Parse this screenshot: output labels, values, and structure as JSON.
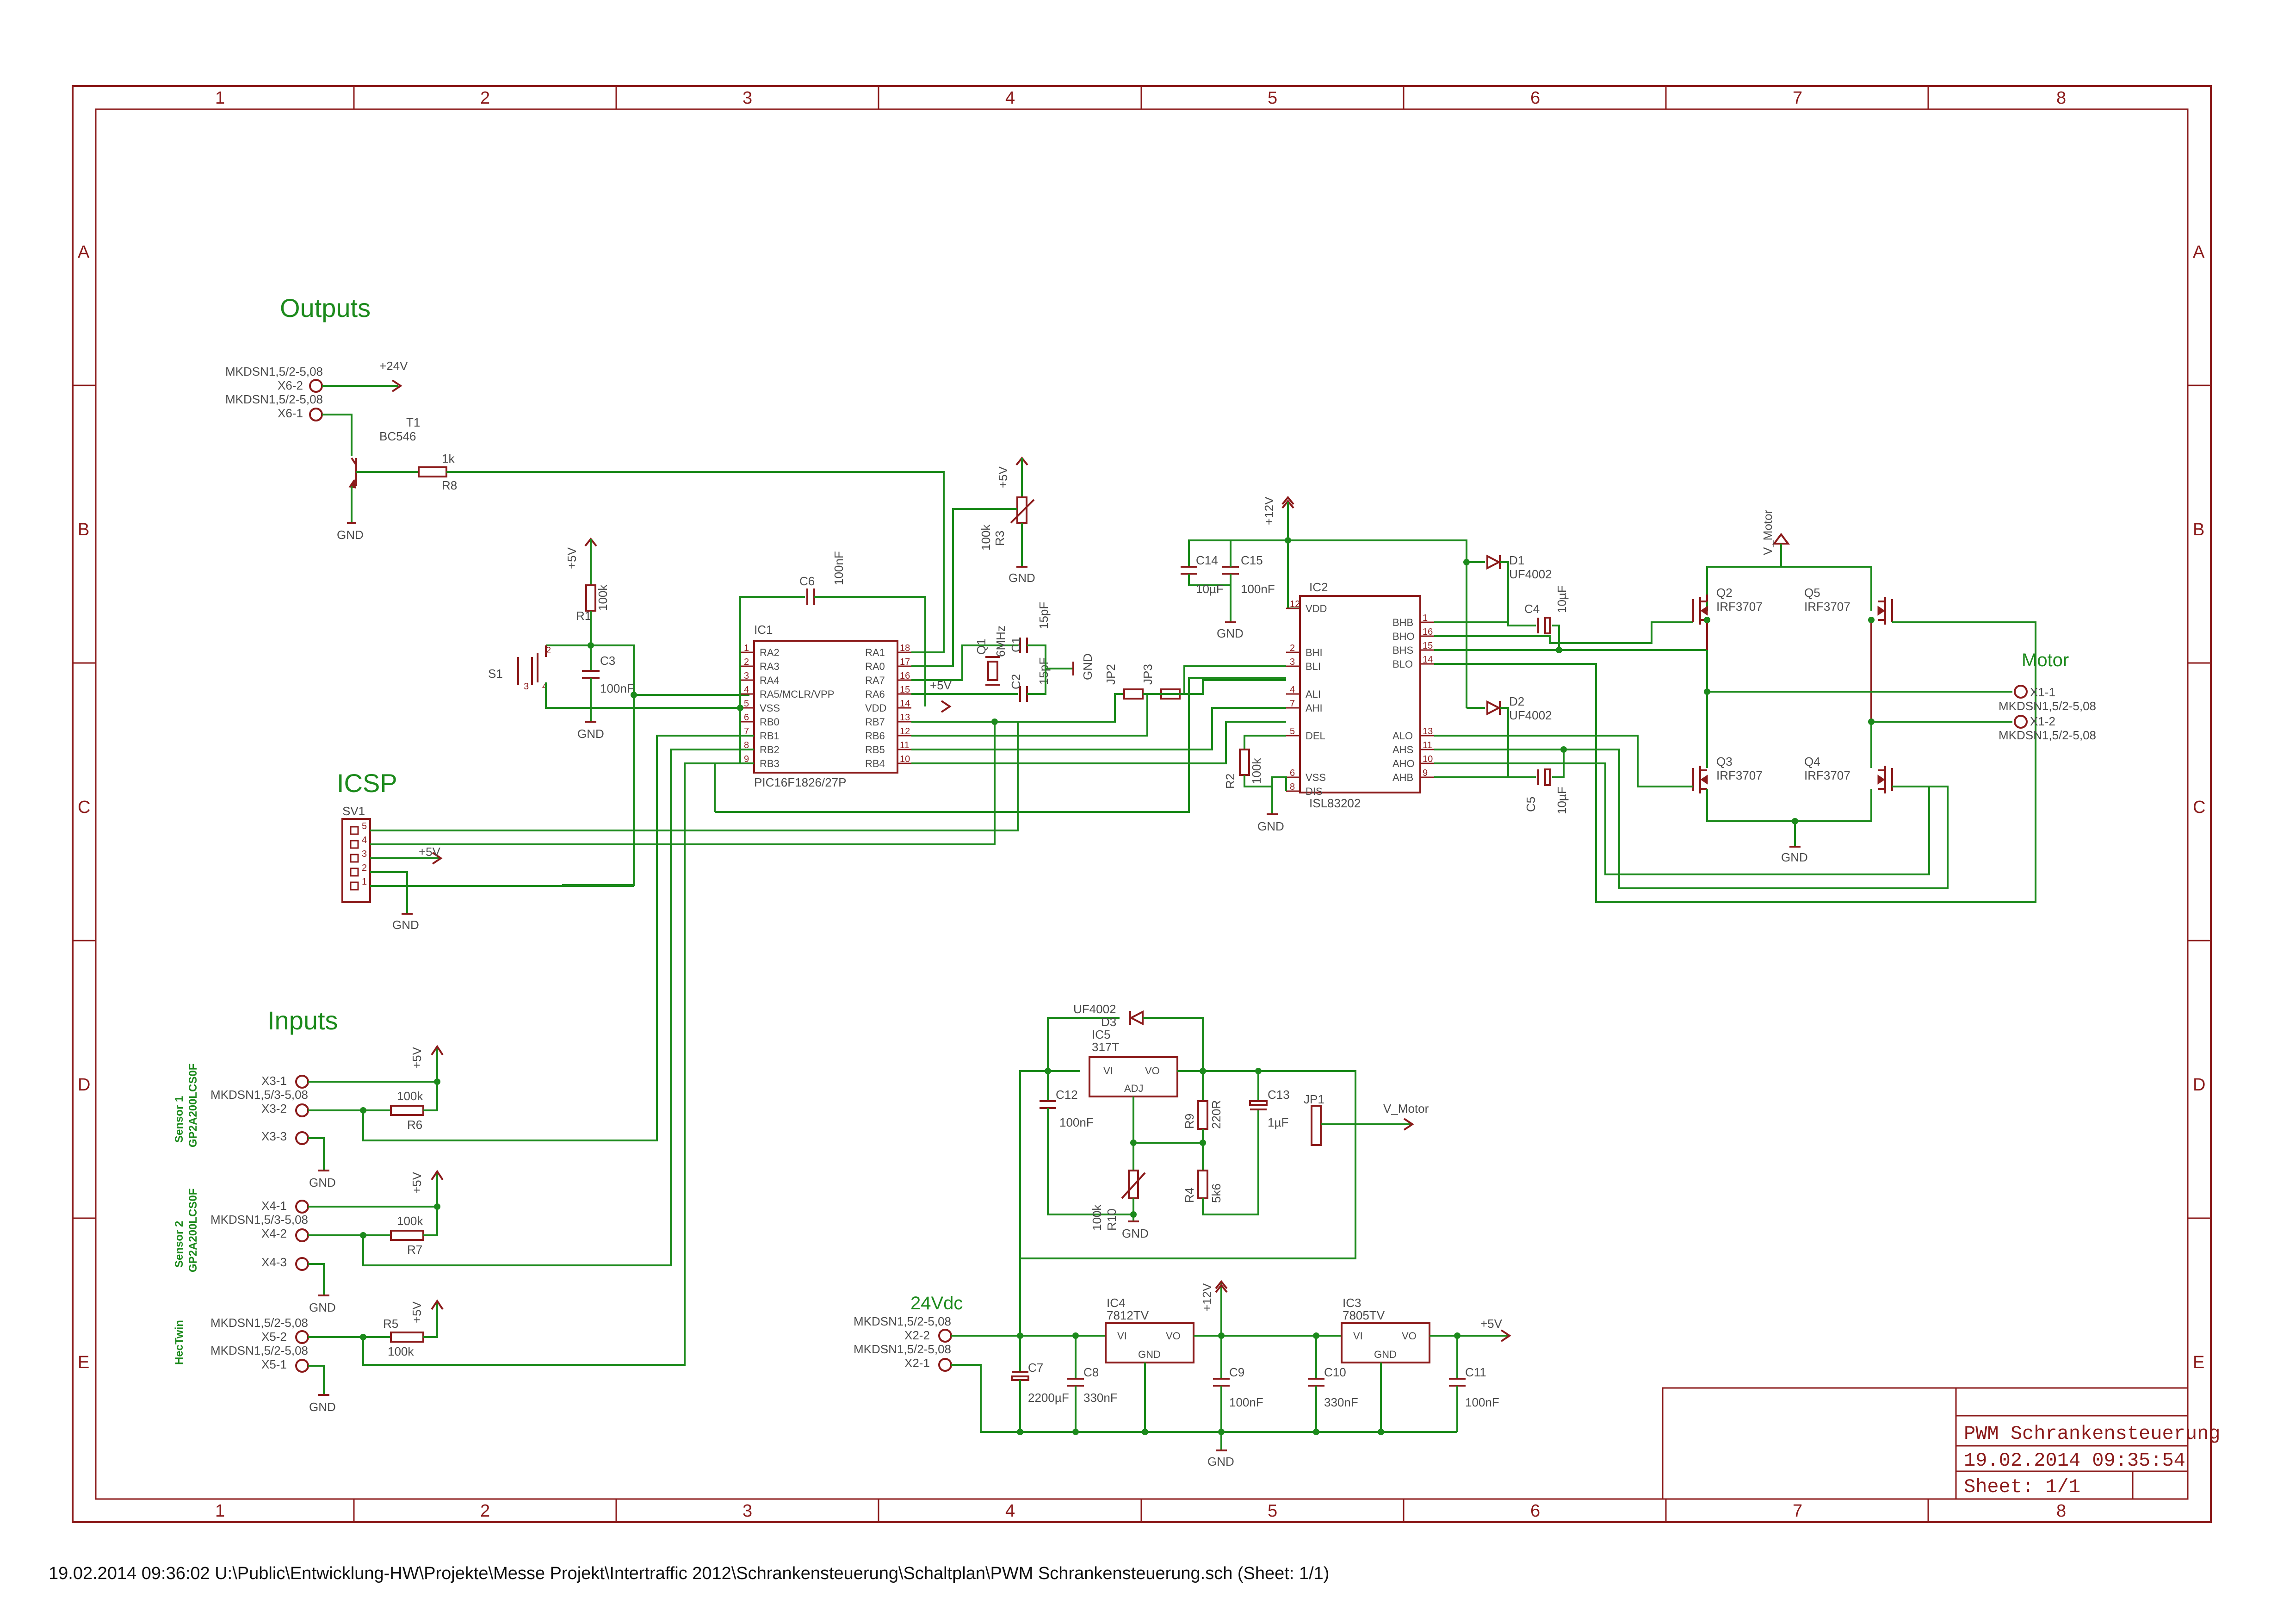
{
  "sheet": {
    "columns": [
      "1",
      "2",
      "3",
      "4",
      "5",
      "6",
      "7",
      "8"
    ],
    "rows": [
      "A",
      "B",
      "C",
      "D",
      "E"
    ]
  },
  "headings": {
    "outputs": "Outputs",
    "icsp": "ICSP",
    "inputs": "Inputs",
    "motor": "Motor",
    "supply": "24Vdc"
  },
  "title_block": {
    "title": "PWM Schrankensteuerung",
    "datetime": "19.02.2014 09:35:54",
    "sheet": "Sheet: 1/1"
  },
  "footer": "19.02.2014 09:36:02  U:\\Public\\Entwicklung-HW\\Projekte\\Messe Projekt\\Intertraffic 2012\\Schrankensteuerung\\Schaltplan\\PWM Schrankensteuerung.sch (Sheet: 1/1)",
  "components": {
    "x6": {
      "conn": "MKDSN1,5/2-5,08",
      "p2": "X6-2",
      "p1": "X6-1",
      "rail": "+24V"
    },
    "t1": {
      "name": "T1",
      "value": "BC546",
      "gnd": "GND"
    },
    "r8": {
      "name": "R8",
      "value": "1k"
    },
    "r1": {
      "name": "R1",
      "value": "100k",
      "rail": "+5V"
    },
    "s1": {
      "name": "S1"
    },
    "c3": {
      "name": "C3",
      "value": "100nF",
      "gnd": "GND"
    },
    "c6": {
      "name": "C6",
      "value": "100nF"
    },
    "ic1": {
      "name": "IC1",
      "value": "PIC16F1826/27P",
      "left": [
        "RA2",
        "RA3",
        "RA4",
        "RA5/MCLR/VPP",
        "VSS",
        "RB0",
        "RB1",
        "RB2",
        "RB3"
      ],
      "left_nums": [
        "1",
        "2",
        "3",
        "4",
        "5",
        "6",
        "7",
        "8",
        "9"
      ],
      "right": [
        "RA1",
        "RA0",
        "RA7",
        "RA6",
        "VDD",
        "RB7",
        "RB6",
        "RB5",
        "RB4"
      ],
      "right_nums": [
        "18",
        "17",
        "16",
        "15",
        "14",
        "13",
        "12",
        "11",
        "10"
      ],
      "rail": "+5V"
    },
    "r3": {
      "name": "R3",
      "value": "100k",
      "rail": "+5V",
      "gnd": "GND"
    },
    "q1": {
      "name": "Q1",
      "value": "6MHz"
    },
    "c1": {
      "name": "C1",
      "value": "15pF"
    },
    "c2": {
      "name": "C2",
      "value": "15pF"
    },
    "jp2": {
      "name": "JP2"
    },
    "jp3": {
      "name": "JP3"
    },
    "c14": {
      "name": "C14",
      "value": "10µF"
    },
    "c15": {
      "name": "C15",
      "value": "100nF",
      "gnd": "GND"
    },
    "ic2": {
      "name": "IC2",
      "value": "ISL83202",
      "left": [
        "VDD",
        "BHI",
        "BLI",
        "ALI",
        "AHI",
        "DEL",
        "VSS",
        "DIS"
      ],
      "left_nums": [
        "12",
        "2",
        "3",
        "4",
        "7",
        "5",
        "6",
        "8"
      ],
      "right": [
        "BHB",
        "BHO",
        "BHS",
        "BLO",
        "ALO",
        "AHS",
        "AHO",
        "AHB"
      ],
      "right_nums": [
        "1",
        "16",
        "15",
        "14",
        "13",
        "11",
        "10",
        "9"
      ],
      "rail": "+12V"
    },
    "r2": {
      "name": "R2",
      "value": "100k",
      "gnd": "GND"
    },
    "d1": {
      "name": "D1",
      "value": "UF4002"
    },
    "d2": {
      "name": "D2",
      "value": "UF4002"
    },
    "c4": {
      "name": "C4",
      "value": "10µF"
    },
    "c5": {
      "name": "C5",
      "value": "10µF"
    },
    "q2": {
      "name": "Q2",
      "value": "IRF3707"
    },
    "q3": {
      "name": "Q3",
      "value": "IRF3707"
    },
    "q4": {
      "name": "Q4",
      "value": "IRF3707"
    },
    "q5": {
      "name": "Q5",
      "value": "IRF3707"
    },
    "vmotor": "V_Motor",
    "gnd": "GND",
    "x1": {
      "p1": "X1-1",
      "p2": "X1-2",
      "conn": "MKDSN1,5/2-5,08"
    },
    "sv1": {
      "name": "SV1",
      "pins": [
        "5",
        "4",
        "3",
        "2",
        "1"
      ],
      "rail": "+5V",
      "gnd": "GND"
    },
    "x3": {
      "p1": "X3-1",
      "p2": "X3-2",
      "p3": "X3-3",
      "conn": "MKDSN1,5/3-5,08",
      "sensor": "Sensor 1",
      "part": "GP2A200LCS0F"
    },
    "r6": {
      "name": "R6",
      "value": "100k"
    },
    "x4": {
      "p1": "X4-1",
      "p2": "X4-2",
      "p3": "X4-3",
      "conn": "MKDSN1,5/3-5,08",
      "sensor": "Sensor 2",
      "part": "GP2A200LCS0F"
    },
    "r7": {
      "name": "R7",
      "value": "100k"
    },
    "x5": {
      "p1": "X5-1",
      "p2": "X5-2",
      "conn": "MKDSN1,5/2-5,08",
      "sensor": "HecTwin"
    },
    "r5": {
      "name": "R5",
      "value": "100k"
    },
    "d3": {
      "name": "D3",
      "value": "UF4002"
    },
    "ic5": {
      "name": "IC5",
      "value": "317T",
      "vi": "VI",
      "vo": "VO",
      "adj": "ADJ"
    },
    "c12": {
      "name": "C12",
      "value": "100nF"
    },
    "c13": {
      "name": "C13",
      "value": "1µF"
    },
    "r9": {
      "name": "R9",
      "value": "220R"
    },
    "r4": {
      "name": "R4",
      "value": "5k6"
    },
    "r10": {
      "name": "R10",
      "value": "100k"
    },
    "jp1": {
      "name": "JP1"
    },
    "x2": {
      "p2": "X2-2",
      "p1": "X2-1",
      "conn": "MKDSN1,5/2-5,08"
    },
    "ic4": {
      "name": "IC4",
      "value": "7812TV",
      "vi": "VI",
      "vo": "VO",
      "gnd": "GND"
    },
    "ic3": {
      "name": "IC3",
      "value": "7805TV",
      "vi": "VI",
      "vo": "VO",
      "gnd": "GND"
    },
    "c7": {
      "name": "C7",
      "value": "2200µF"
    },
    "c8": {
      "name": "C8",
      "value": "330nF"
    },
    "c9": {
      "name": "C9",
      "value": "100nF"
    },
    "c10": {
      "name": "C10",
      "value": "330nF"
    },
    "c11": {
      "name": "C11",
      "value": "100nF"
    },
    "rails": {
      "p5": "+5V",
      "p12": "+12V"
    },
    "pins": {
      "one": "1",
      "two": "2",
      "three": "3",
      "four": "4"
    }
  }
}
